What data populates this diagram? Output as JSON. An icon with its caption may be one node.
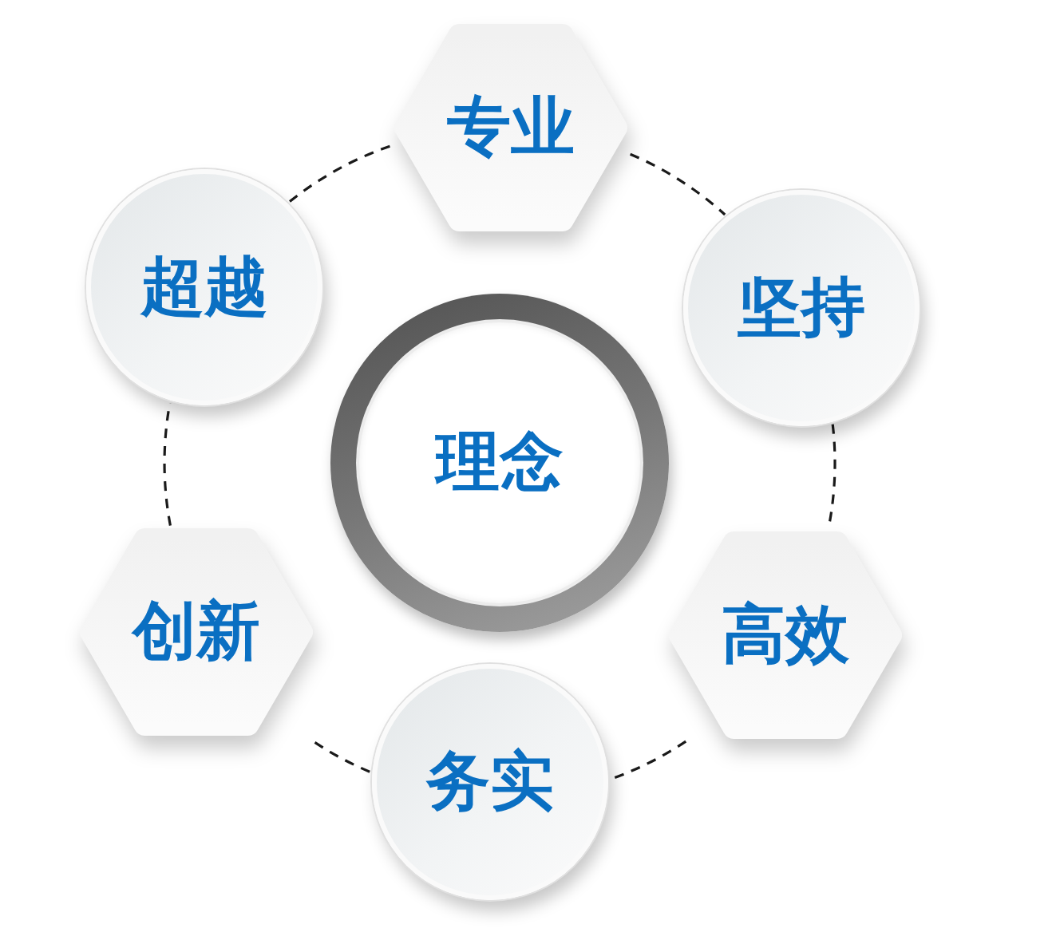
{
  "diagram": {
    "nodes": [
      {
        "text": [
          "理念"
        ]
      },
      {
        "text": [
          "专业"
        ]
      },
      {
        "text": [
          "坚持"
        ]
      },
      {
        "text": [
          "高效"
        ]
      },
      {
        "text": [
          "务实"
        ]
      },
      {
        "text": [
          "创新"
        ]
      },
      {
        "text": [
          "超越"
        ]
      }
    ],
    "edges": [
      {
        "from": 1,
        "to": 2,
        "arrow": "none",
        "style": "dashed"
      },
      {
        "from": 2,
        "to": 3,
        "arrow": "none",
        "style": "dashed"
      },
      {
        "from": 3,
        "to": 4,
        "arrow": "none",
        "style": "dashed"
      },
      {
        "from": 4,
        "to": 5,
        "arrow": "none",
        "style": "dashed"
      },
      {
        "from": 5,
        "to": 6,
        "arrow": "none",
        "style": "dashed"
      },
      {
        "from": 6,
        "to": 1,
        "arrow": "none",
        "style": "dashed"
      }
    ]
  }
}
